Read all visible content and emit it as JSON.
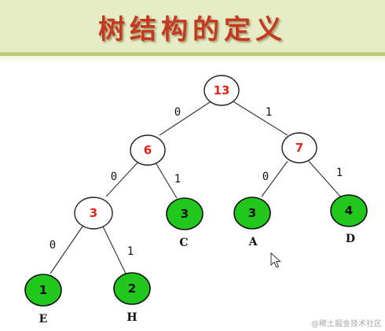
{
  "header": {
    "title": "树结构的定义"
  },
  "tree": {
    "nodes": [
      {
        "id": "n13",
        "value": "13",
        "kind": "internal"
      },
      {
        "id": "n6",
        "value": "6",
        "kind": "internal"
      },
      {
        "id": "n7",
        "value": "7",
        "kind": "internal"
      },
      {
        "id": "n3i",
        "value": "3",
        "kind": "internal"
      },
      {
        "id": "nC",
        "value": "3",
        "kind": "leaf",
        "label": "C"
      },
      {
        "id": "nA",
        "value": "3",
        "kind": "leaf",
        "label": "A"
      },
      {
        "id": "nD",
        "value": "4",
        "kind": "leaf",
        "label": "D"
      },
      {
        "id": "nE",
        "value": "1",
        "kind": "leaf",
        "label": "E"
      },
      {
        "id": "nH",
        "value": "2",
        "kind": "leaf",
        "label": "H"
      }
    ],
    "edges": [
      {
        "from": "n13",
        "to": "n6",
        "label": "0"
      },
      {
        "from": "n13",
        "to": "n7",
        "label": "1"
      },
      {
        "from": "n6",
        "to": "n3i",
        "label": "0"
      },
      {
        "from": "n6",
        "to": "nC",
        "label": "1"
      },
      {
        "from": "n7",
        "to": "nA",
        "label": "0"
      },
      {
        "from": "n7",
        "to": "nD",
        "label": "1"
      },
      {
        "from": "n3i",
        "to": "nE",
        "label": "0"
      },
      {
        "from": "n3i",
        "to": "nH",
        "label": "1"
      }
    ]
  },
  "colors": {
    "leaf_fill": "#22c71e",
    "internal_text": "#e2231a",
    "title": "#c33a1f",
    "header_bg": "#e6ecc6"
  },
  "icons": {
    "cursor": "mouse-pointer-icon"
  },
  "watermark": "@稀土掘金技术社区"
}
